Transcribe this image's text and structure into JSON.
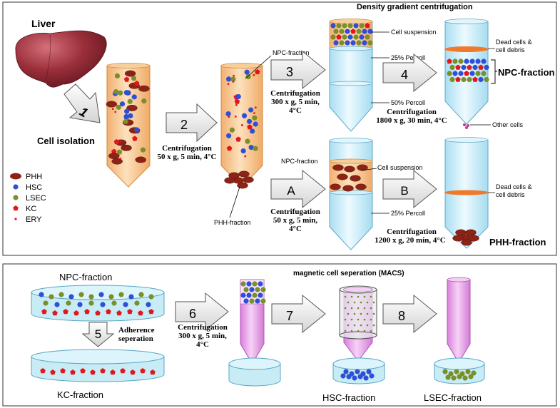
{
  "colors": {
    "tube_orange": "#f6c48f",
    "tube_blue": "#cdeefa",
    "tube_purple": "#e8a6e8",
    "dish_blue": "#c8ecf6",
    "phh": "#8b2317",
    "hsc": "#2f4fd8",
    "lsec": "#7a8f2a",
    "kc": "#e0171d",
    "ery": "#e0171d",
    "debris": "#f07a2a",
    "arrow_fill": "#ececec",
    "liver": "#9a2f3a"
  },
  "top": {
    "liver_label": "Liver",
    "cell_isolation": "Cell isolation",
    "step1": "1",
    "step2": "2",
    "step2_c1": "Centrifugation",
    "step2_c2": "50 x g, 5 min, 4°C",
    "npc_fraction_top": "NPC-fraction",
    "phh_fraction_small": "PHH-fraction",
    "density_title": "Density gradient centrifugation",
    "step3": "3",
    "step3_c1": "Centrifugation",
    "step3_c2": "300 x g, 5 min,",
    "step3_c3": "4°C",
    "cell_suspension_1": "Cell suspension",
    "percoll25_1": "25% Percoll",
    "percoll50": "50% Percoll",
    "step4": "4",
    "step4_c1": "Centrifugation",
    "step4_c2": "1800 x g, 30 min, 4°C",
    "dead_cells_1a": "Dead cells &",
    "dead_cells_1b": "cell debris",
    "npc_fraction_big": "NPC-fraction",
    "other_cells": "Other cells",
    "npc_fraction_mid": "NPC-fraction",
    "cell_suspension_2": "Cell suspension",
    "stepA": "A",
    "stepA_c1": "Centrifugation",
    "stepA_c2": "50 x g, 5 min,",
    "stepA_c3": "4°C",
    "percoll25_2": "25% Percoll",
    "stepB": "B",
    "stepB_c1": "Centrifugation",
    "stepB_c2": "1200 x g, 20 min, 4°C",
    "dead_cells_2a": "Dead cells &",
    "dead_cells_2b": "cell debris",
    "phh_fraction_big": "PHH-fraction"
  },
  "legend": [
    {
      "label": "PHH",
      "key": "phh"
    },
    {
      "label": "HSC",
      "key": "hsc"
    },
    {
      "label": "LSEC",
      "key": "lsec"
    },
    {
      "label": "KC",
      "key": "kc"
    },
    {
      "label": "ERY",
      "key": "ery"
    }
  ],
  "bottom": {
    "npc_fraction": "NPC-fraction",
    "step5": "5",
    "adherence_1": "Adherence",
    "adherence_2": "seperation",
    "kc_fraction": "KC-fraction",
    "step6": "6",
    "step6_c1": "Centrifugation",
    "step6_c2": "300 x g, 5 min,",
    "step6_c3": "4°C",
    "macs_title": "magnetic cell seperation (MACS)",
    "step7": "7",
    "step8": "8",
    "hsc_fraction": "HSC-fraction",
    "lsec_fraction": "LSEC-fraction"
  }
}
